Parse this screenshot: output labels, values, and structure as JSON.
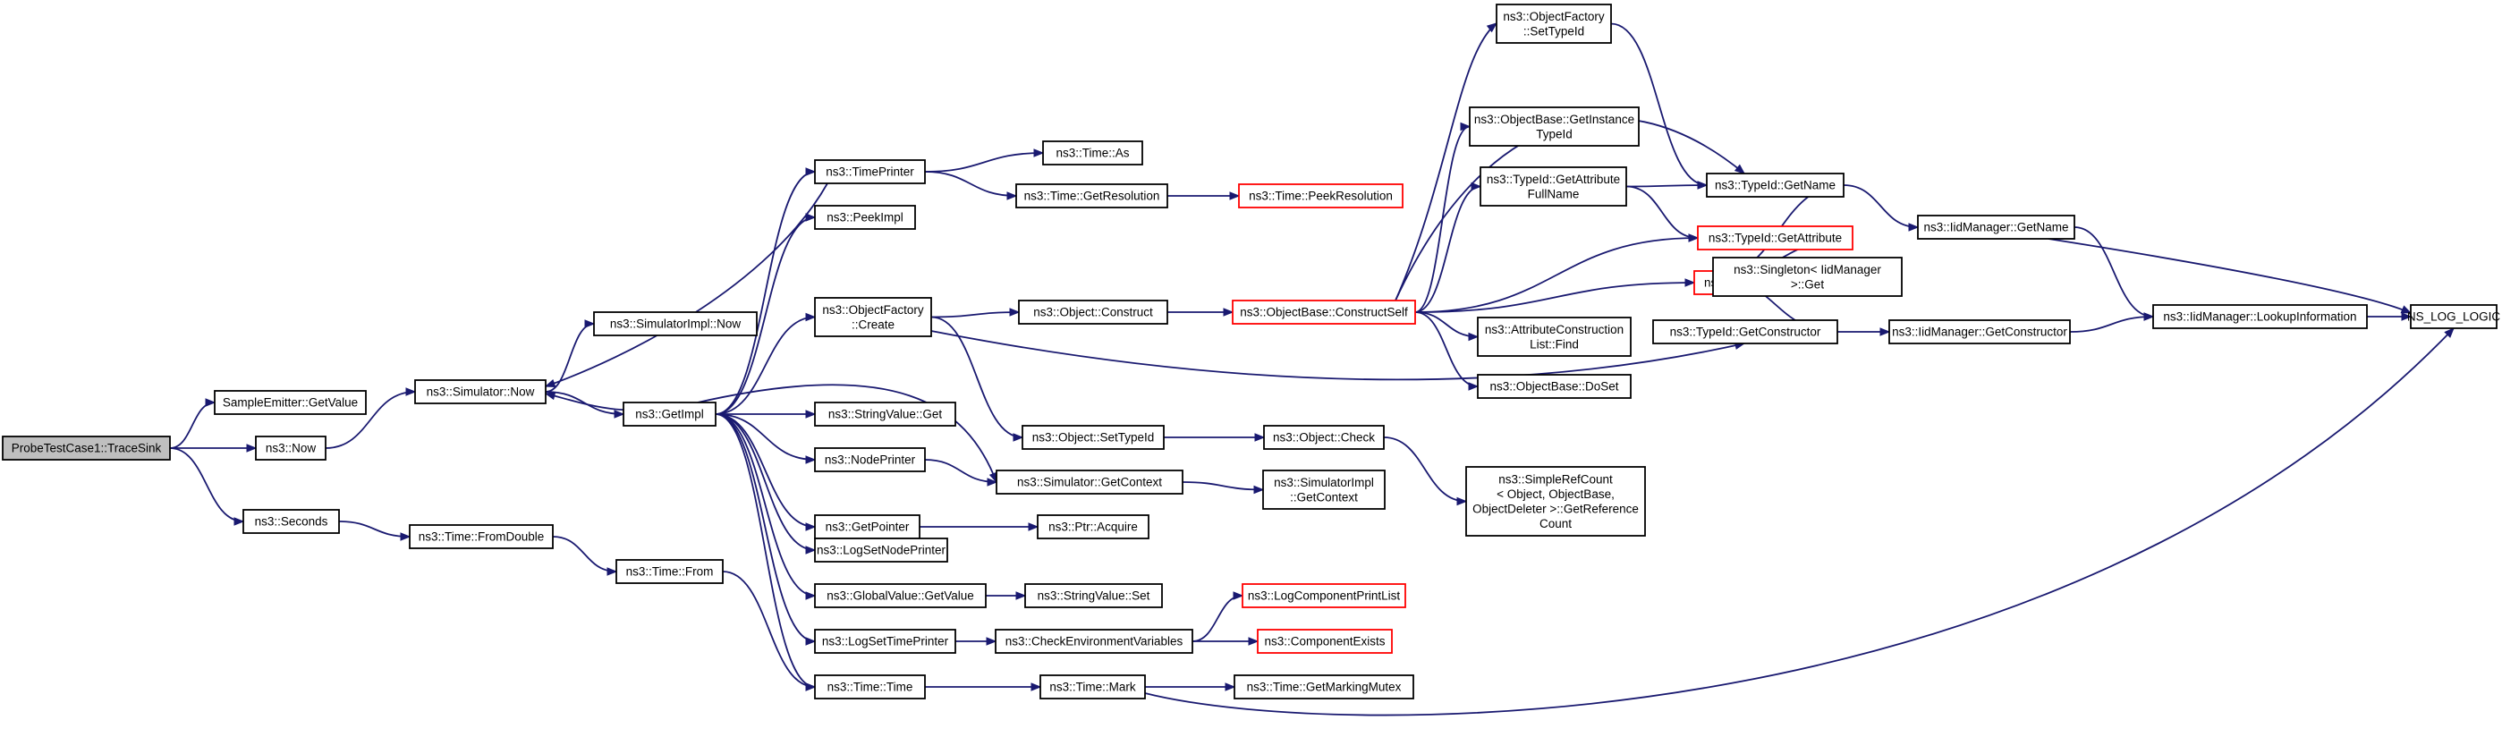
{
  "graph": {
    "nodes": [
      {
        "id": "root",
        "lines": [
          "ProbeTestCase1::TraceSink"
        ],
        "style": "root"
      },
      {
        "id": "sampleemitter",
        "lines": [
          "SampleEmitter::GetValue"
        ]
      },
      {
        "id": "ns3now",
        "lines": [
          "ns3::Now"
        ]
      },
      {
        "id": "seconds",
        "lines": [
          "ns3::Seconds"
        ]
      },
      {
        "id": "simnow",
        "lines": [
          "ns3::Simulator::Now"
        ]
      },
      {
        "id": "fromdouble",
        "lines": [
          "ns3::Time::FromDouble"
        ]
      },
      {
        "id": "simimplnow",
        "lines": [
          "ns3::SimulatorImpl::Now"
        ]
      },
      {
        "id": "getimpl",
        "lines": [
          "ns3::GetImpl"
        ]
      },
      {
        "id": "timefrom",
        "lines": [
          "ns3::Time::From"
        ]
      },
      {
        "id": "timeprinter",
        "lines": [
          "ns3::TimePrinter"
        ]
      },
      {
        "id": "peekimpl",
        "lines": [
          "ns3::PeekImpl"
        ]
      },
      {
        "id": "ofcreate",
        "lines": [
          "ns3::ObjectFactory",
          "::Create"
        ]
      },
      {
        "id": "stringvalueget",
        "lines": [
          "ns3::StringValue::Get"
        ]
      },
      {
        "id": "nodeprinter",
        "lines": [
          "ns3::NodePrinter"
        ]
      },
      {
        "id": "getpointer",
        "lines": [
          "ns3::GetPointer"
        ]
      },
      {
        "id": "logsetnodeprinter",
        "lines": [
          "ns3::LogSetNodePrinter"
        ]
      },
      {
        "id": "globalvalueget",
        "lines": [
          "ns3::GlobalValue::GetValue"
        ]
      },
      {
        "id": "logsettimeprinter",
        "lines": [
          "ns3::LogSetTimePrinter"
        ]
      },
      {
        "id": "timetime",
        "lines": [
          "ns3::Time::Time"
        ]
      },
      {
        "id": "timeas",
        "lines": [
          "ns3::Time::As"
        ]
      },
      {
        "id": "getresolution",
        "lines": [
          "ns3::Time::GetResolution"
        ]
      },
      {
        "id": "objconstruct",
        "lines": [
          "ns3::Object::Construct"
        ]
      },
      {
        "id": "objsettypeid",
        "lines": [
          "ns3::Object::SetTypeId"
        ]
      },
      {
        "id": "simgetcontext",
        "lines": [
          "ns3::Simulator::GetContext"
        ]
      },
      {
        "id": "ptracquire",
        "lines": [
          "ns3::Ptr::Acquire"
        ]
      },
      {
        "id": "stringvalueset",
        "lines": [
          "ns3::StringValue::Set"
        ]
      },
      {
        "id": "checkenv",
        "lines": [
          "ns3::CheckEnvironmentVariables"
        ]
      },
      {
        "id": "timemark",
        "lines": [
          "ns3::Time::Mark"
        ]
      },
      {
        "id": "peekresolution",
        "lines": [
          "ns3::Time::PeekResolution"
        ],
        "style": "trunc"
      },
      {
        "id": "constructself",
        "lines": [
          "ns3::ObjectBase::ConstructSelf"
        ],
        "style": "trunc"
      },
      {
        "id": "objcheck",
        "lines": [
          "ns3::Object::Check"
        ]
      },
      {
        "id": "simimplgetcontext",
        "lines": [
          "ns3::SimulatorImpl",
          "::GetContext"
        ]
      },
      {
        "id": "logcomponentprintlist",
        "lines": [
          "ns3::LogComponentPrintList"
        ],
        "style": "trunc"
      },
      {
        "id": "componentexists",
        "lines": [
          "ns3::ComponentExists"
        ],
        "style": "trunc"
      },
      {
        "id": "getmarkingmutex",
        "lines": [
          "ns3::Time::GetMarkingMutex"
        ]
      },
      {
        "id": "ofsettypeid",
        "lines": [
          "ns3::ObjectFactory",
          "::SetTypeId"
        ]
      },
      {
        "id": "getinstancetypeid",
        "lines": [
          "ns3::ObjectBase::GetInstance",
          "TypeId"
        ]
      },
      {
        "id": "getattributefullname",
        "lines": [
          "ns3::TypeId::GetAttribute",
          "FullName"
        ]
      },
      {
        "id": "attrconstructionlistfind",
        "lines": [
          "ns3::AttributeConstruction",
          "List::Find"
        ]
      },
      {
        "id": "doset",
        "lines": [
          "ns3::ObjectBase::DoSet"
        ]
      },
      {
        "id": "simplerefcount",
        "lines": [
          "ns3::SimpleRefCount",
          "< Object, ObjectBase,",
          "ObjectDeleter >::GetReference",
          "Count"
        ]
      },
      {
        "id": "typeidgetname",
        "lines": [
          "ns3::TypeId::GetName"
        ]
      },
      {
        "id": "typeidgetattribute",
        "lines": [
          "ns3::TypeId::GetAttribute"
        ],
        "style": "trunc"
      },
      {
        "id": "typeidgetattributen",
        "lines": [
          "ns3::TypeId::GetAttributeN"
        ],
        "style": "trunc"
      },
      {
        "id": "typeidgetconstructor",
        "lines": [
          "ns3::TypeId::GetConstructor"
        ]
      },
      {
        "id": "singletonget",
        "lines": [
          "ns3::Singleton< IidManager",
          " >::Get"
        ]
      },
      {
        "id": "iidgetname",
        "lines": [
          "ns3::IidManager::GetName"
        ]
      },
      {
        "id": "iidgetconstructor",
        "lines": [
          "ns3::IidManager::GetConstructor"
        ]
      },
      {
        "id": "iidlookupinformation",
        "lines": [
          "ns3::IidManager::LookupInformation"
        ]
      },
      {
        "id": "nslogic",
        "lines": [
          "NS_LOG_LOGIC"
        ]
      }
    ],
    "edges": [
      [
        "root",
        "sampleemitter"
      ],
      [
        "root",
        "ns3now"
      ],
      [
        "root",
        "seconds"
      ],
      [
        "ns3now",
        "simnow"
      ],
      [
        "seconds",
        "fromdouble"
      ],
      [
        "simnow",
        "simimplnow"
      ],
      [
        "simnow",
        "getimpl"
      ],
      [
        "fromdouble",
        "timefrom"
      ],
      [
        "timefrom",
        "timetime"
      ],
      [
        "getimpl",
        "timeprinter"
      ],
      [
        "getimpl",
        "peekimpl"
      ],
      [
        "getimpl",
        "ofcreate"
      ],
      [
        "getimpl",
        "stringvalueget"
      ],
      [
        "getimpl",
        "nodeprinter"
      ],
      [
        "getimpl",
        "getpointer"
      ],
      [
        "getimpl",
        "logsetnodeprinter"
      ],
      [
        "getimpl",
        "globalvalueget"
      ],
      [
        "getimpl",
        "logsettimeprinter"
      ],
      [
        "getimpl",
        "timetime"
      ],
      [
        "getimpl",
        "simgetcontext"
      ],
      [
        "getimpl",
        "simnow"
      ],
      [
        "timeprinter",
        "timeas"
      ],
      [
        "timeprinter",
        "getresolution"
      ],
      [
        "timeprinter",
        "simnow"
      ],
      [
        "getresolution",
        "peekresolution"
      ],
      [
        "ofcreate",
        "objconstruct"
      ],
      [
        "ofcreate",
        "objsettypeid"
      ],
      [
        "ofcreate",
        "typeidgetconstructor"
      ],
      [
        "nodeprinter",
        "simgetcontext"
      ],
      [
        "getpointer",
        "ptracquire"
      ],
      [
        "globalvalueget",
        "stringvalueset"
      ],
      [
        "logsettimeprinter",
        "checkenv"
      ],
      [
        "timetime",
        "timemark"
      ],
      [
        "objconstruct",
        "constructself"
      ],
      [
        "objsettypeid",
        "objcheck"
      ],
      [
        "objcheck",
        "simplerefcount"
      ],
      [
        "simgetcontext",
        "simimplgetcontext"
      ],
      [
        "checkenv",
        "logcomponentprintlist"
      ],
      [
        "checkenv",
        "componentexists"
      ],
      [
        "timemark",
        "getmarkingmutex"
      ],
      [
        "timemark",
        "nslogic"
      ],
      [
        "constructself",
        "ofsettypeid"
      ],
      [
        "constructself",
        "getinstancetypeid"
      ],
      [
        "constructself",
        "getattributefullname"
      ],
      [
        "constructself",
        "attrconstructionlistfind"
      ],
      [
        "constructself",
        "doset"
      ],
      [
        "constructself",
        "typeidgetname"
      ],
      [
        "constructself",
        "typeidgetattribute"
      ],
      [
        "constructself",
        "typeidgetattributen"
      ],
      [
        "ofsettypeid",
        "typeidgetname"
      ],
      [
        "getattributefullname",
        "typeidgetname"
      ],
      [
        "getattributefullname",
        "typeidgetattribute"
      ],
      [
        "typeidgetname",
        "iidgetname"
      ],
      [
        "typeidgetname",
        "singletonget"
      ],
      [
        "typeidgetattribute",
        "singletonget"
      ],
      [
        "typeidgetattributen",
        "singletonget"
      ],
      [
        "typeidgetconstructor",
        "singletonget"
      ],
      [
        "typeidgetconstructor",
        "iidgetconstructor"
      ],
      [
        "iidgetname",
        "iidlookupinformation"
      ],
      [
        "iidgetname",
        "nslogic"
      ],
      [
        "iidgetconstructor",
        "iidlookupinformation"
      ],
      [
        "iidlookupinformation",
        "nslogic"
      ]
    ]
  }
}
